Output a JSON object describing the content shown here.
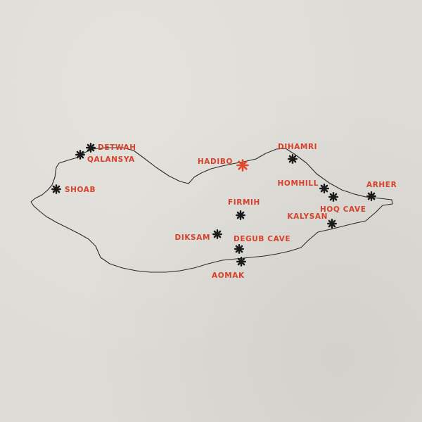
{
  "colors": {
    "marker": "#1a1a1a",
    "capital_marker": "#e0492c",
    "label": "#d9402a",
    "coastline": "#2a2a2a"
  },
  "icons": {
    "place": "asterisk-icon",
    "capital": "asterisk-icon"
  },
  "places": [
    {
      "id": "detwah",
      "name": "DETWAH",
      "capital": false
    },
    {
      "id": "qalansya",
      "name": "QALANSYA",
      "capital": false
    },
    {
      "id": "shoab",
      "name": "SHOAB",
      "capital": false
    },
    {
      "id": "hadibo",
      "name": "HADIBO",
      "capital": true
    },
    {
      "id": "dihamri",
      "name": "DIHAMRI",
      "capital": false
    },
    {
      "id": "homhill",
      "name": "HOMHILL",
      "capital": false
    },
    {
      "id": "hoq-cave",
      "name": "HOQ CAVE",
      "capital": false
    },
    {
      "id": "arher",
      "name": "ARHER",
      "capital": false
    },
    {
      "id": "kalysan",
      "name": "KALYSAN",
      "capital": false
    },
    {
      "id": "firmih",
      "name": "FIRMIH",
      "capital": false
    },
    {
      "id": "diksam",
      "name": "DIKSAM",
      "capital": false
    },
    {
      "id": "degub-cave",
      "name": "DEGUB CAVE",
      "capital": false
    },
    {
      "id": "aomak",
      "name": "AOMAK",
      "capital": false
    }
  ]
}
